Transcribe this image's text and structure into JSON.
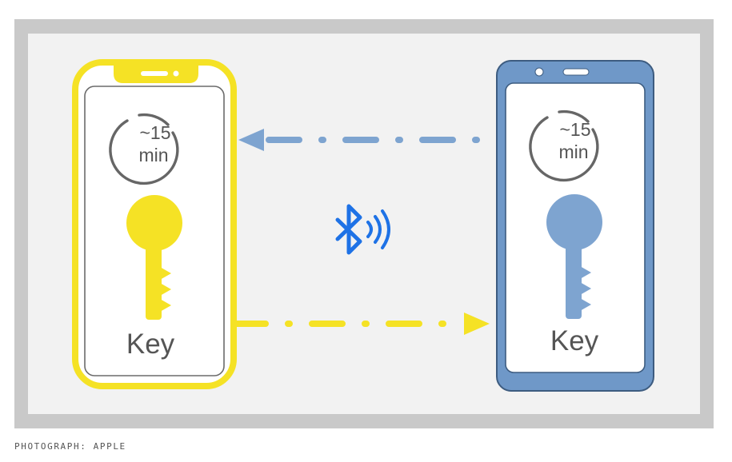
{
  "caption": "PHOTOGRAPH: APPLE",
  "left_phone": {
    "timer_top": "~15",
    "timer_bottom": "min",
    "key_label": "Key",
    "color": "#f5e225"
  },
  "right_phone": {
    "timer_top": "~15",
    "timer_bottom": "min",
    "key_label": "Key",
    "color": "#6f98c8",
    "key_color": "#7ea4d0"
  },
  "icons": {
    "link": "bluetooth-icon",
    "signal": "wireless-signal-icon"
  },
  "colors": {
    "bluetooth": "#1e72e6",
    "timer_ring": "#666666",
    "text": "#555555"
  }
}
